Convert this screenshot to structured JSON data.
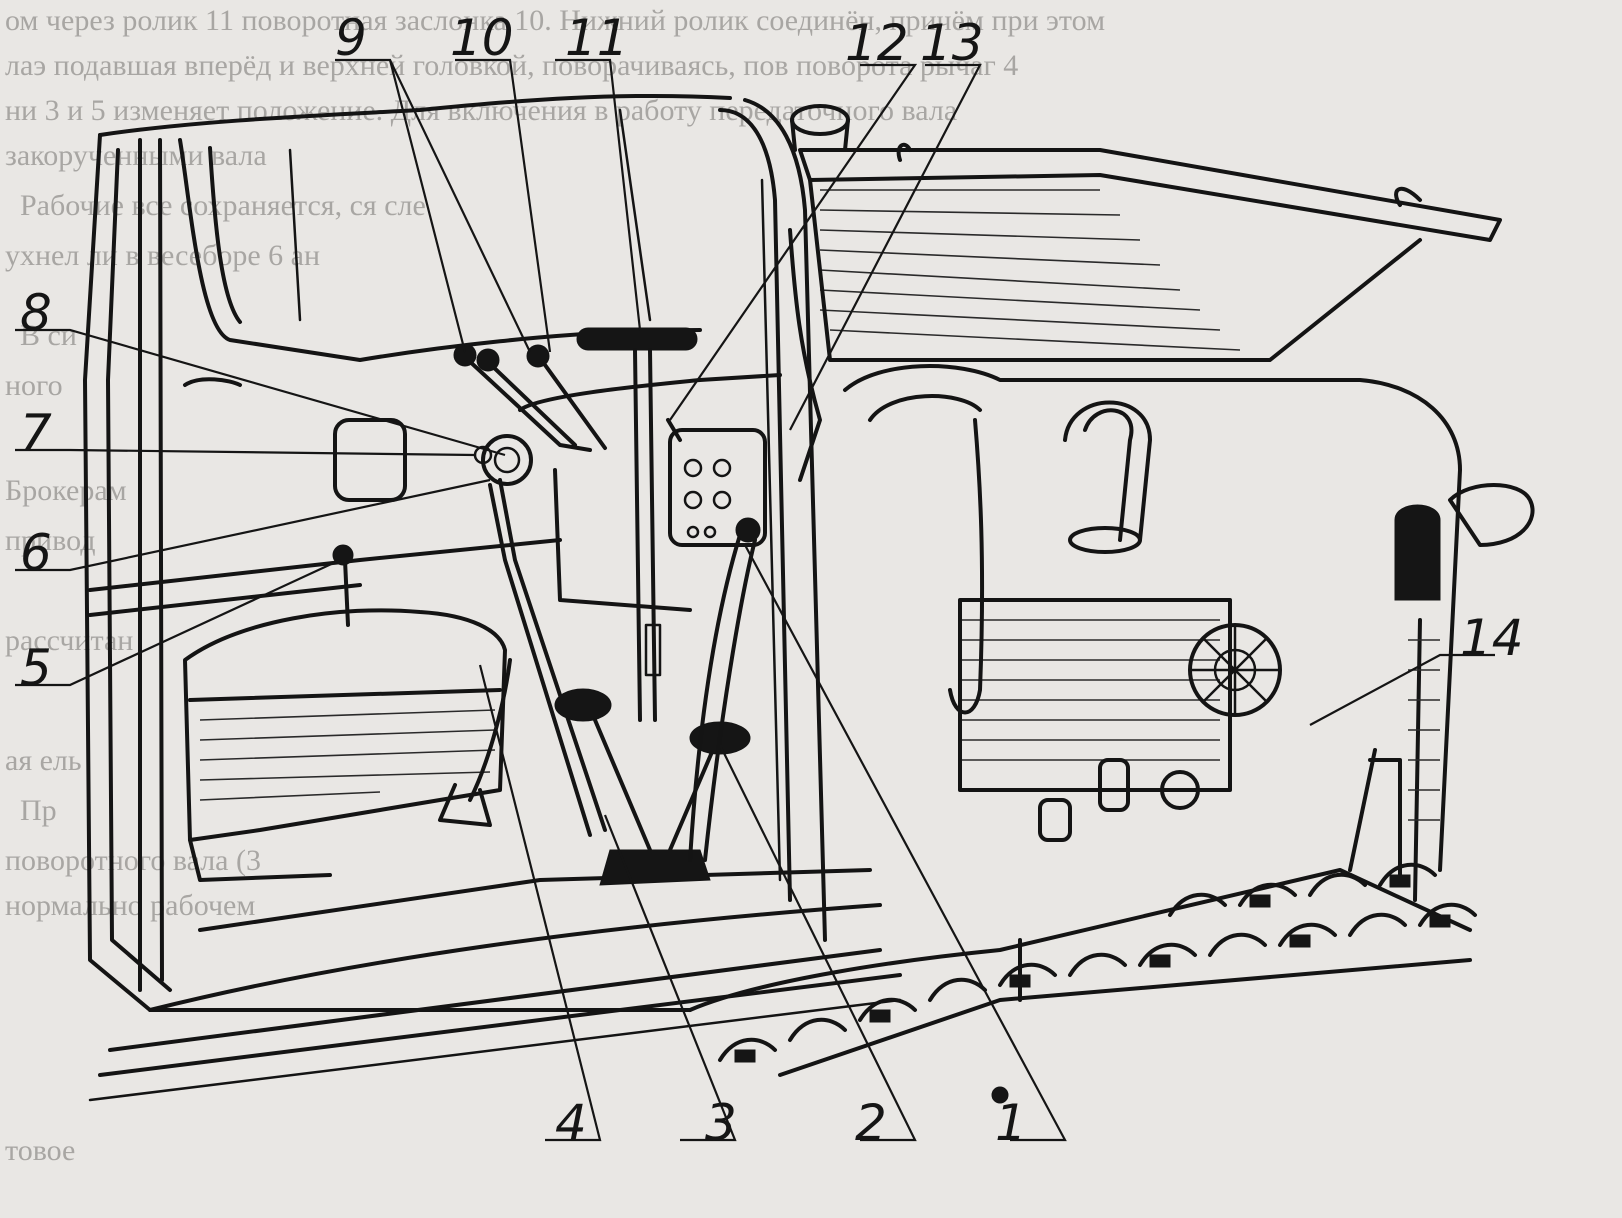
{
  "figure": {
    "callouts": [
      "1",
      "2",
      "3",
      "4",
      "5",
      "6",
      "7",
      "8",
      "9",
      "10",
      "11",
      "12",
      "13",
      "14"
    ]
  },
  "bleed_text": [
    "ом через ролик 11 поворотная заслонка 10. Нижний ролик соединён, причём при этом",
    "лаэ подавшая вперёд и верхней головкой, поворачиваясь, пов поворота рычаг 4",
    "ни 3 и 5 изменяет положение. Для включения в работу передаточного вала",
    "закорученными вала",
    "Рабочие все сохраняется, ся сле",
    "ухнел ли в весеборе 6 ан",
    "В си",
    "ного",
    "Брокерам",
    "привод",
    "рассчитан",
    "ая ель",
    "Пр",
    "поворотного вала (3",
    "нормально рабочем",
    "товое"
  ]
}
